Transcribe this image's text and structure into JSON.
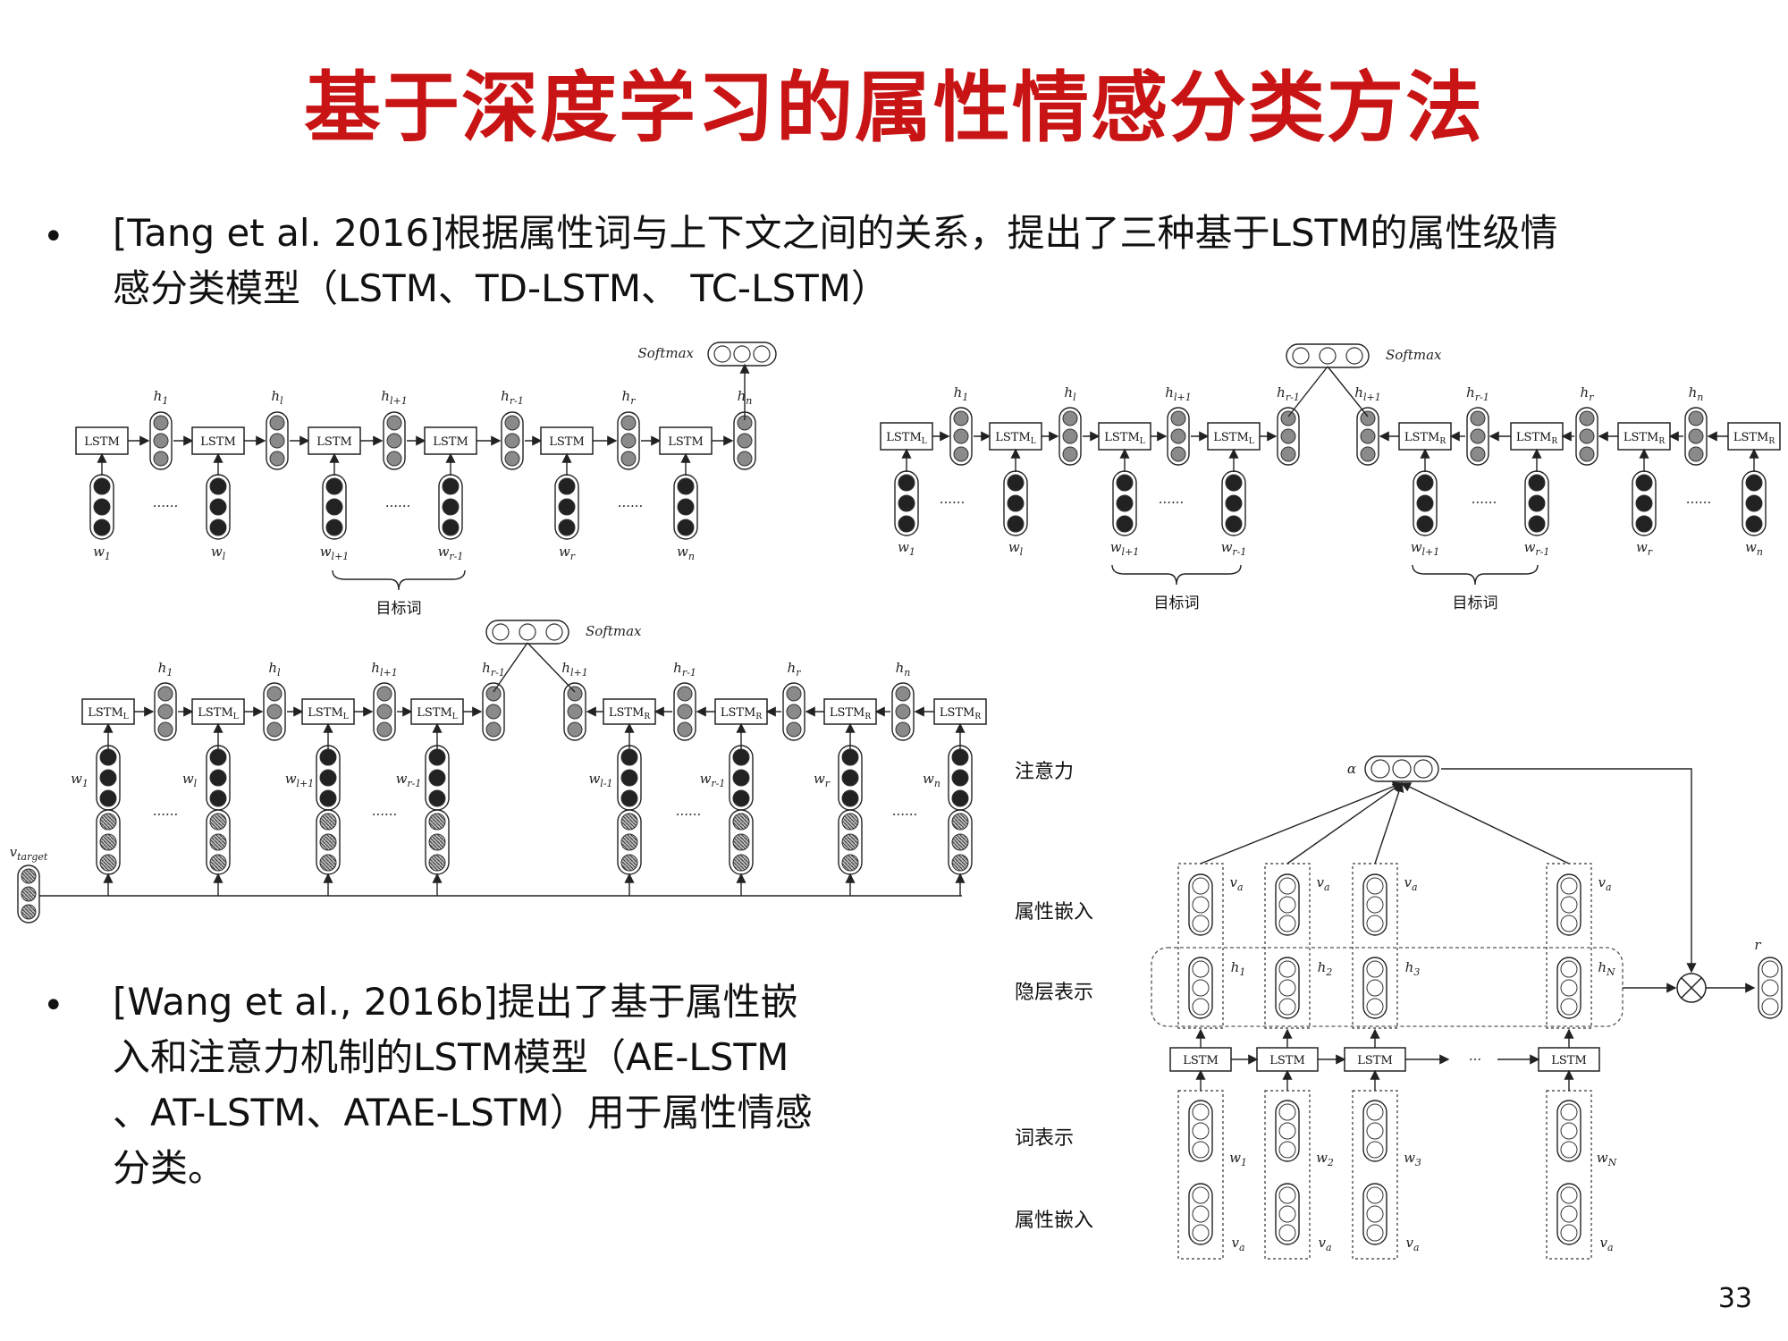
{
  "title": "基于深度学习的属性情感分类方法",
  "bullet1": {
    "marker": "•",
    "line1": "[Tang et al. 2016]根据属性词与上下文之间的关系，提出了三种基于LSTM的属性级情",
    "line2": "感分类模型（LSTM、TD-LSTM、 TC-LSTM）"
  },
  "bullet2": {
    "marker": "•",
    "line1": "[Wang et al., 2016b]提出了基于属性嵌",
    "line2": "入和注意力机制的LSTM模型（AE-LSTM",
    "line3": "、AT-LSTM、ATAE-LSTM）用于属性情感",
    "line4": "分类。"
  },
  "page_number": "33",
  "diagram_lstm": {
    "softmax": "Softmax",
    "cell": "LSTM",
    "hidden": [
      "h1",
      "hl",
      "hl+1",
      "hr-1",
      "hr",
      "hn"
    ],
    "words": [
      "w1",
      "wl",
      "wl+1",
      "wr-1",
      "wr",
      "wn"
    ],
    "ellipsis": "......",
    "target_label": "目标词"
  },
  "diagram_td": {
    "softmax": "Softmax",
    "cells": [
      "LSTML",
      "LSTML",
      "LSTML",
      "LSTML",
      "LSTMR",
      "LSTMR",
      "LSTMR",
      "LSTMR"
    ],
    "hidden": [
      "h1",
      "hl",
      "hl+1",
      "hr-1",
      "hl+1",
      "hr-1",
      "hr",
      "hn"
    ],
    "words": [
      "w1",
      "wl",
      "wl+1",
      "wr-1",
      "wl+1",
      "wr-1",
      "wr",
      "wn"
    ],
    "ellipsis": "......",
    "target_label_1": "目标词",
    "target_label_2": "目标词"
  },
  "diagram_tc": {
    "softmax": "Softmax",
    "cells": [
      "LSTML",
      "LSTML",
      "LSTML",
      "LSTML",
      "LSTMR",
      "LSTMR",
      "LSTMR",
      "LSTMR"
    ],
    "hidden": [
      "h1",
      "hl",
      "hl+1",
      "hr-1",
      "hl+1",
      "hr-1",
      "hr",
      "hn"
    ],
    "words": [
      "w1",
      "wl",
      "wl+1",
      "wr-1",
      "wl-1",
      "wr-1",
      "wr",
      "wn"
    ],
    "ellipsis": "......",
    "vtarget": "vtarget"
  },
  "diagram_atae": {
    "attention_label": "注意力",
    "aspect_embed_label_top": "属性嵌入",
    "hidden_label": "隐层表示",
    "word_label": "词表示",
    "aspect_embed_label_bottom": "属性嵌入",
    "alpha": "α",
    "r": "r",
    "cell": "LSTM",
    "dots": "···",
    "va": "va",
    "hidden": [
      "h1",
      "h2",
      "h3",
      "hN"
    ],
    "words": [
      "w1",
      "w2",
      "w3",
      "wN"
    ]
  }
}
